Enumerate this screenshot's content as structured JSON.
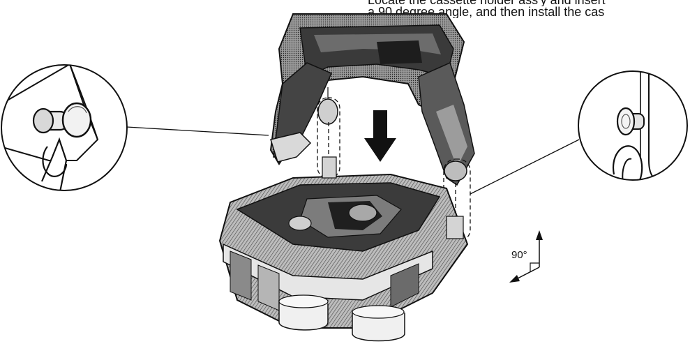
{
  "instruction": {
    "line1": "Locate the cassette holder ass'y and insert",
    "line2": "a 90 degree angle, and then install the cas"
  },
  "angle_label": "90°",
  "colors": {
    "ink": "#111111",
    "paper": "#ffffff",
    "shade_dark": "#2a2a2a",
    "shade_mid": "#7a7a7a",
    "shade_light": "#cfcfcf"
  },
  "icons": [
    "down-arrow-icon",
    "right-angle-icon"
  ]
}
